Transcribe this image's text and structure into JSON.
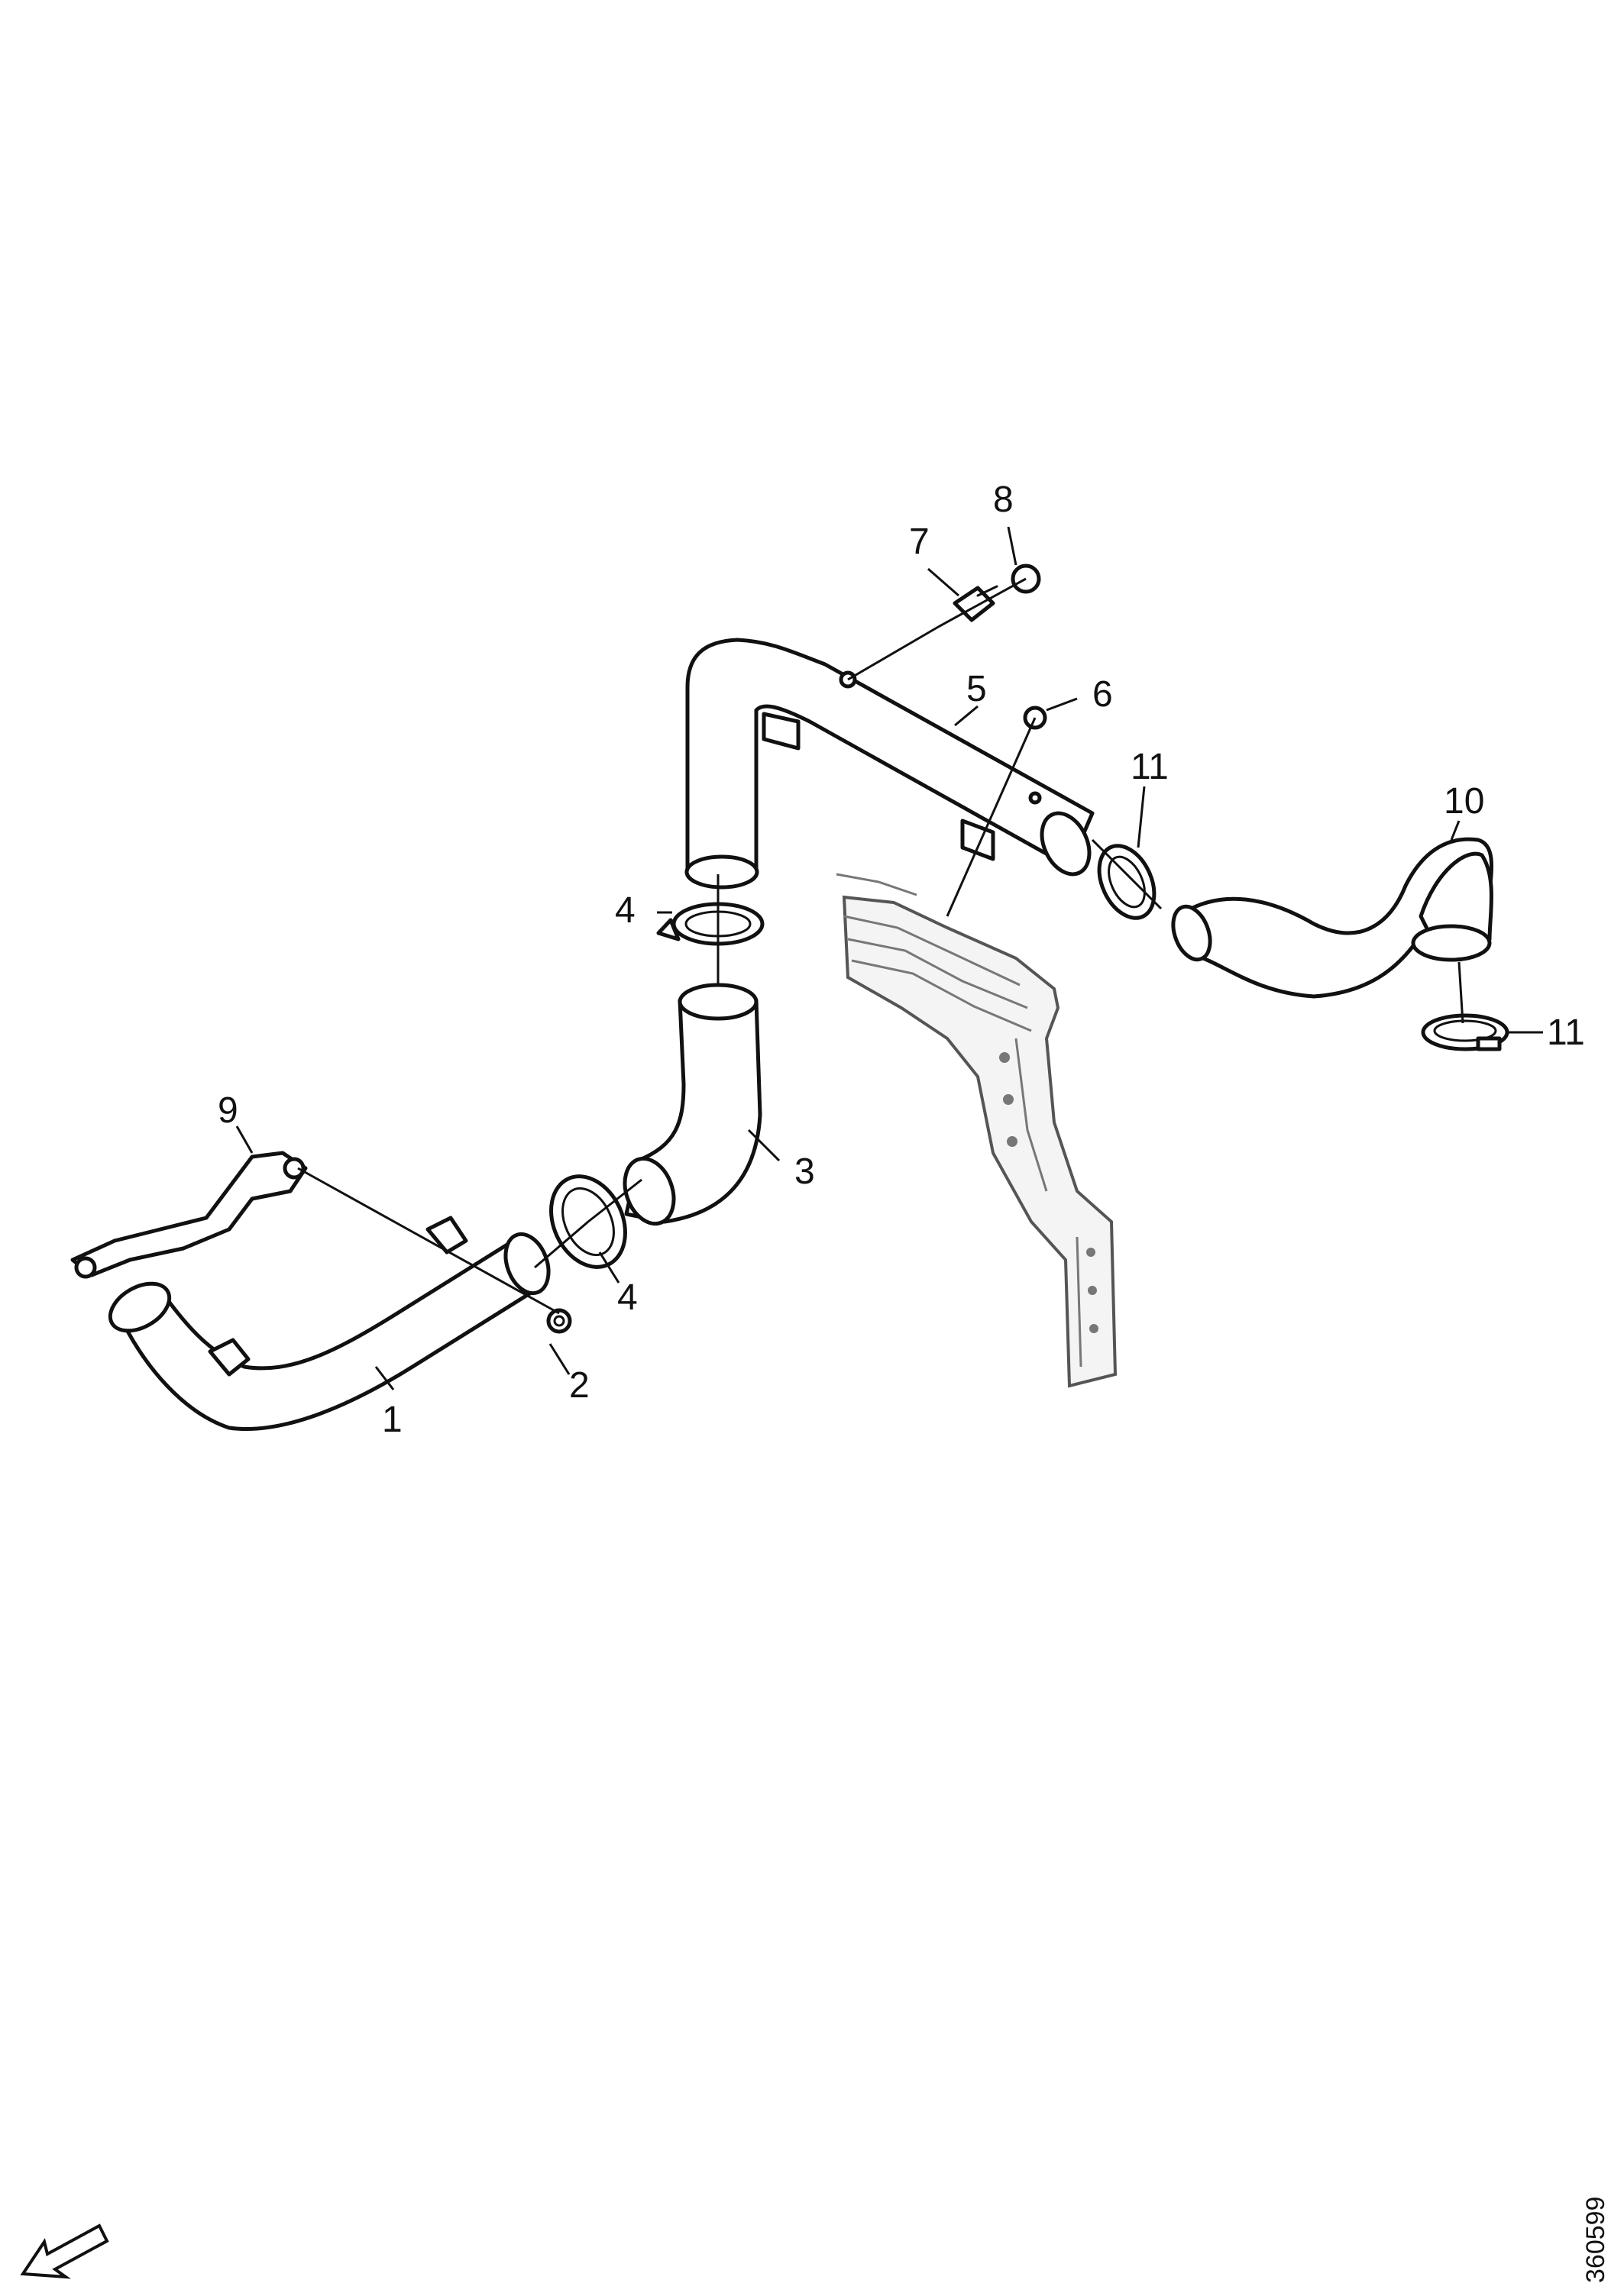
{
  "callouts": {
    "c1": "1",
    "c2": "2",
    "c3": "3",
    "c4a": "4",
    "c4b": "4",
    "c5": "5",
    "c6": "6",
    "c7": "7",
    "c8": "8",
    "c9": "9",
    "c10": "10",
    "c11a": "11",
    "c11b": "11"
  },
  "reference_number": "360599",
  "icons": {
    "direction_arrow": "direction-arrow-icon"
  }
}
